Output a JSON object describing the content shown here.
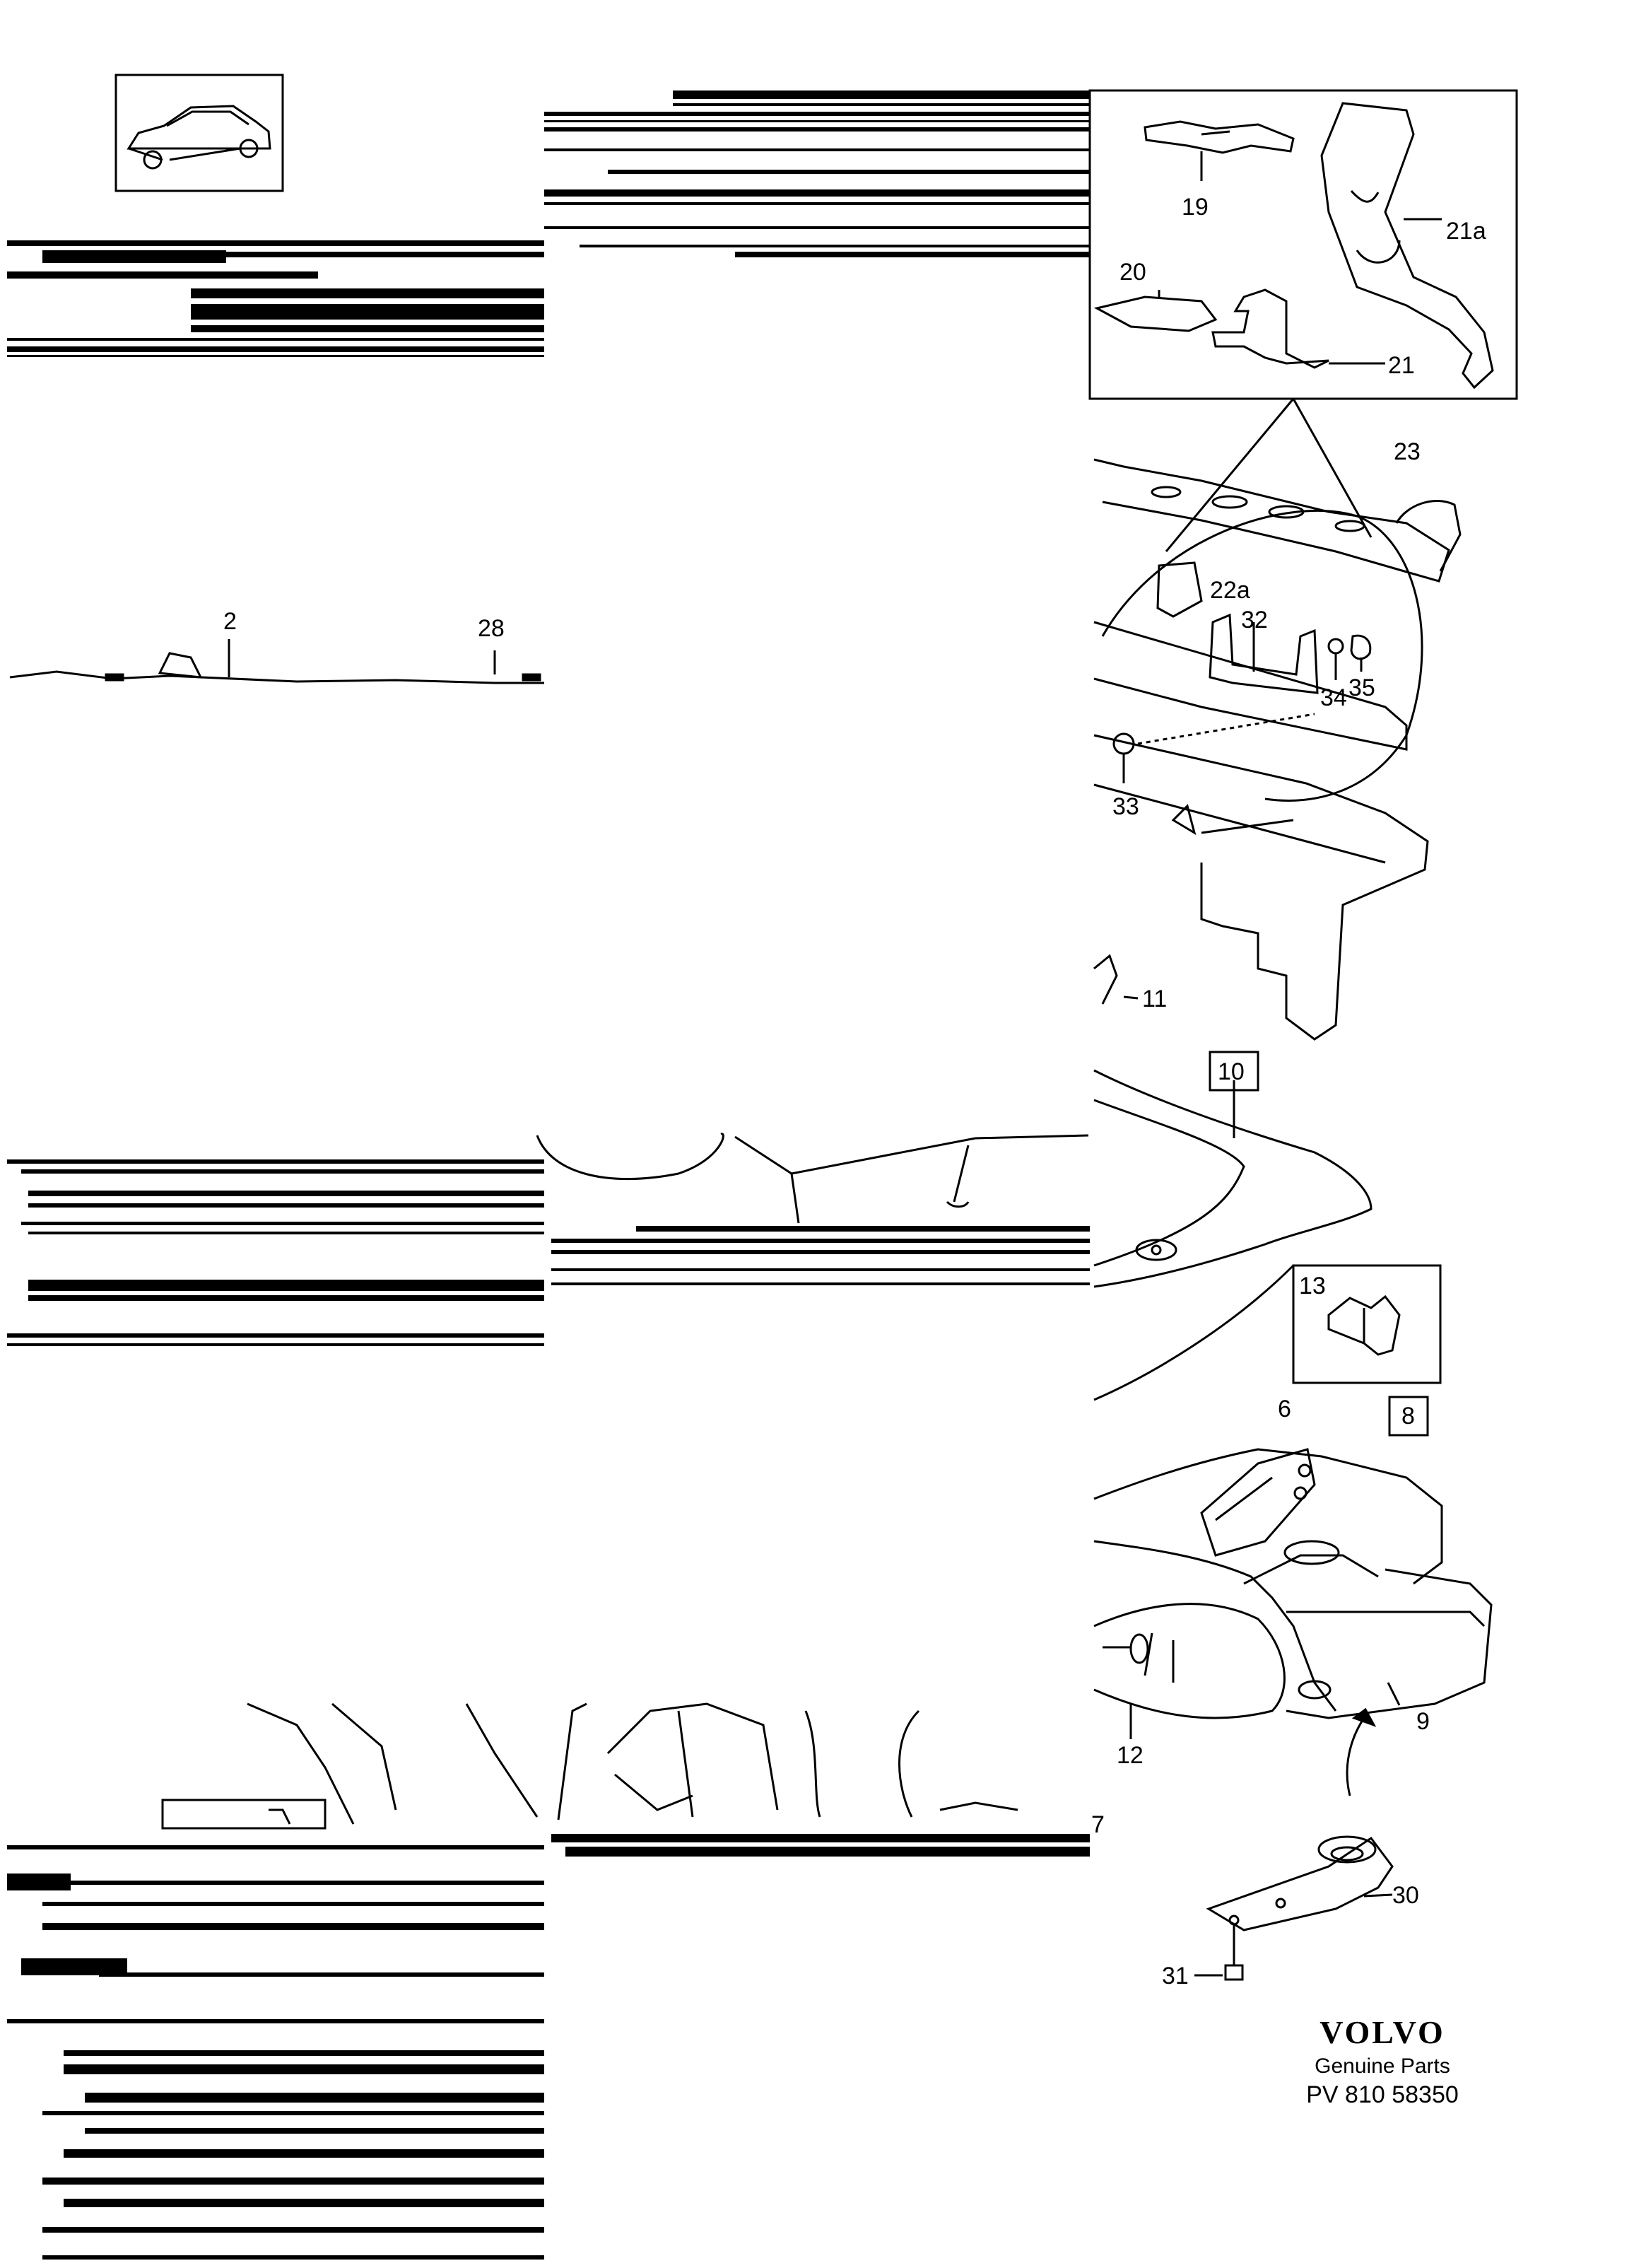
{
  "brand": {
    "logo": "VOLVO",
    "subtitle": "Genuine Parts",
    "code": "PV 810 58350"
  },
  "callouts": {
    "p2": "2",
    "p28": "28",
    "p19": "19",
    "p20": "20",
    "p21": "21",
    "p21a": "21a",
    "p22a": "22a",
    "p23": "23",
    "p32": "32",
    "p33": "33",
    "p34": "34",
    "p35": "35",
    "p11": "11",
    "p10": "10",
    "p13": "13",
    "p6": "6",
    "p8": "8",
    "p9": "9",
    "p12": "12",
    "p7": "7",
    "p30": "30",
    "p31": "31"
  },
  "colors": {
    "ink": "#000000",
    "paper": "#ffffff"
  }
}
